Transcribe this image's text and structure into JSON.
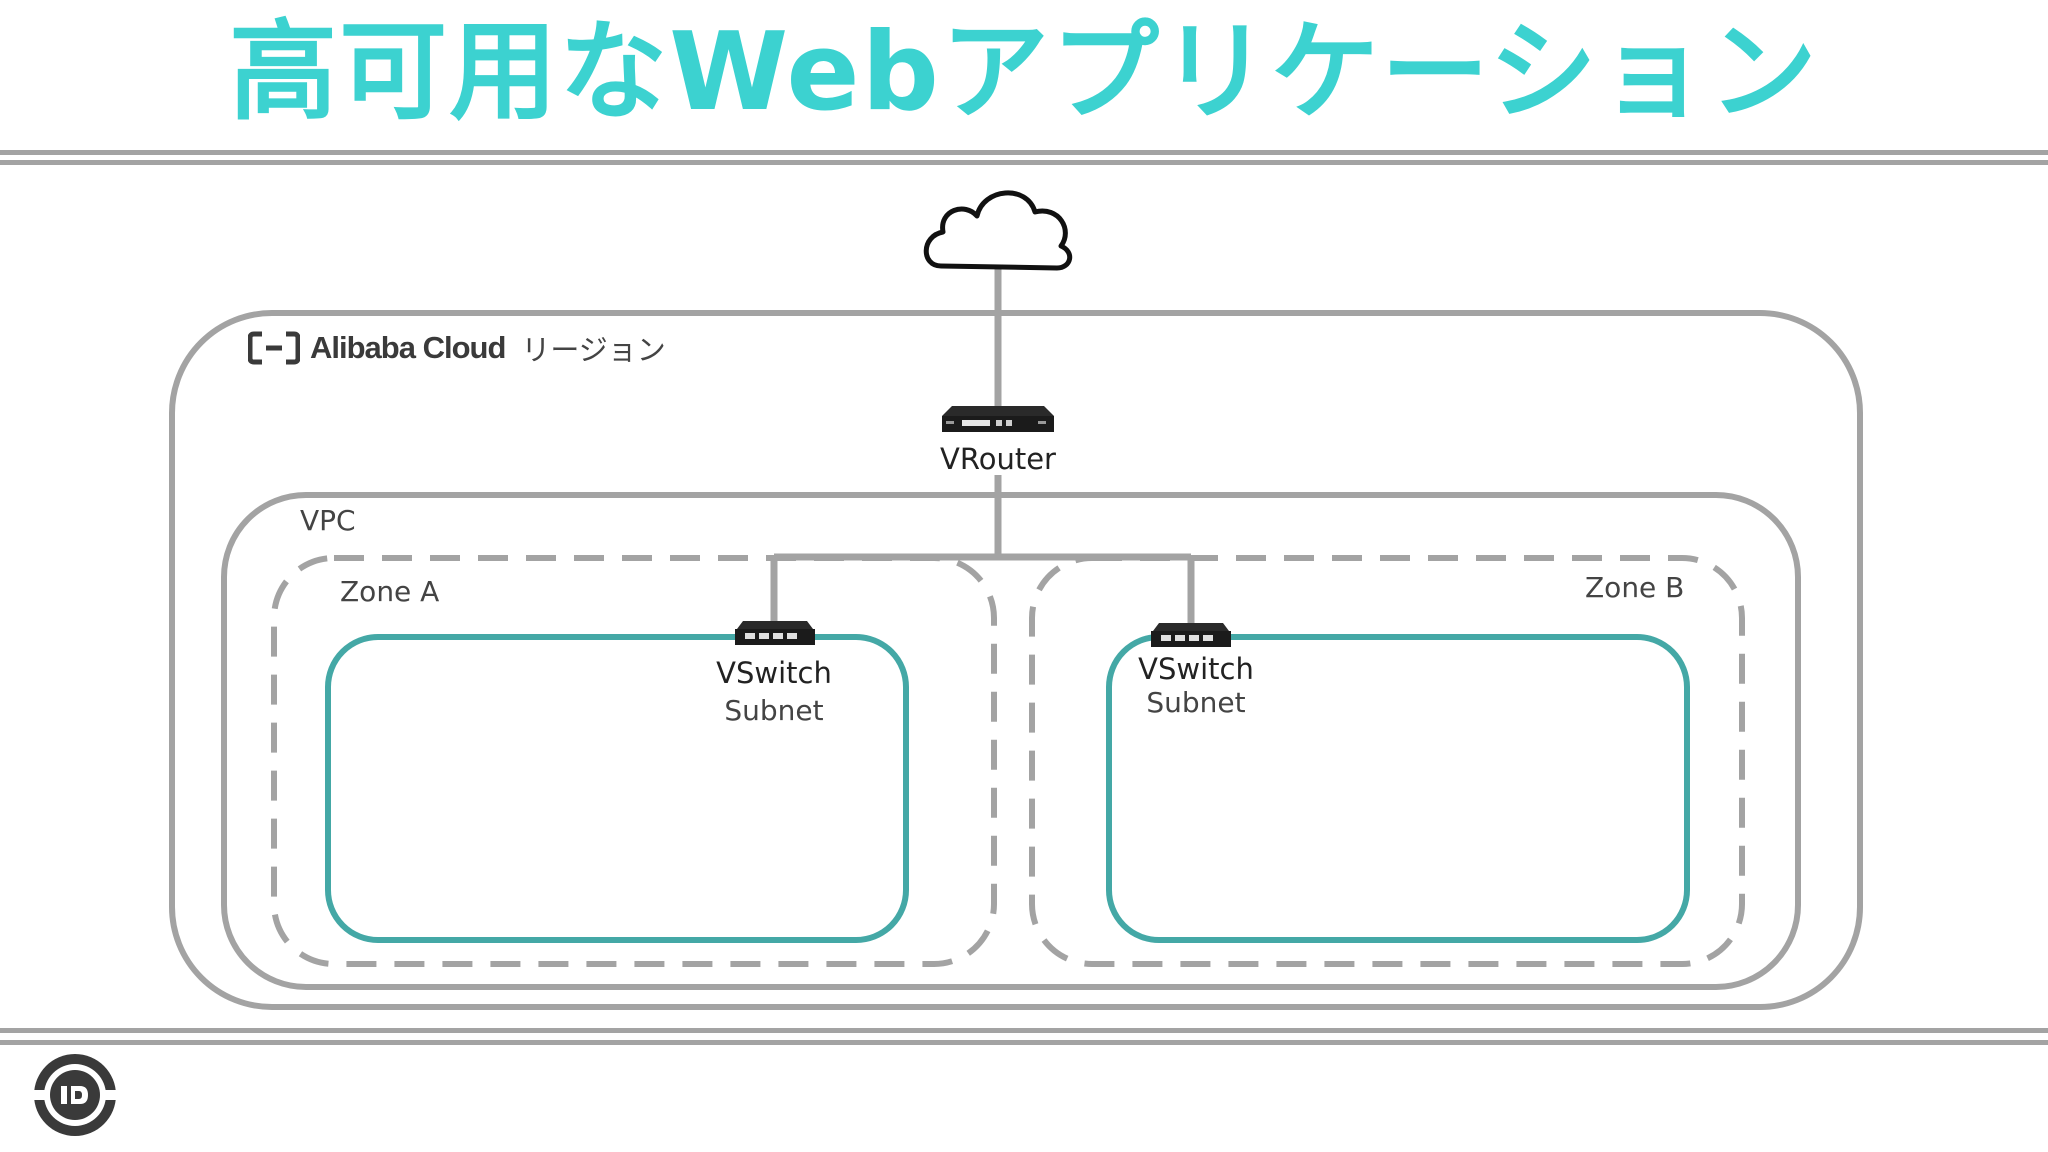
{
  "title": "高可用なWebアプリケーション",
  "diagram": {
    "internet": {
      "icon": "cloud-icon"
    },
    "region": {
      "brand": "Alibaba Cloud",
      "label": "リージョン"
    },
    "vrouter": {
      "label": "VRouter",
      "icon": "router-icon"
    },
    "vpc": {
      "label": "VPC"
    },
    "zones": [
      {
        "label": "Zone A",
        "vswitch": "VSwitch",
        "subnet": "Subnet"
      },
      {
        "label": "Zone B",
        "vswitch": "VSwitch",
        "subnet": "Subnet"
      }
    ]
  },
  "colors": {
    "title": "#3cd2d0",
    "subnet_border": "#44a8a6",
    "container_border": "#a3a3a3"
  }
}
